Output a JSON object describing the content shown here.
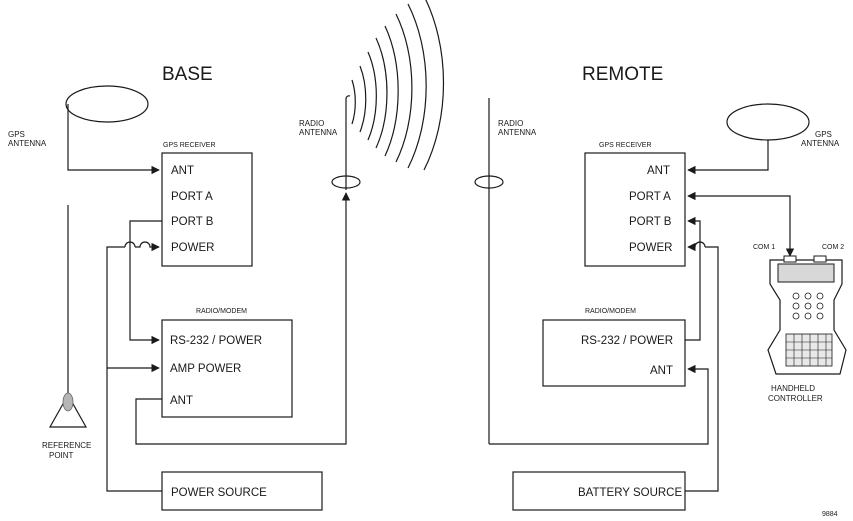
{
  "headings": {
    "base": "BASE",
    "remote": "REMOTE"
  },
  "base": {
    "gps_antenna": [
      "GPS",
      "ANTENNA"
    ],
    "radio_antenna": [
      "RADIO",
      "ANTENNA"
    ],
    "receiver": {
      "title": "GPS RECEIVER",
      "ports": [
        "ANT",
        "PORT A",
        "PORT B",
        "POWER"
      ]
    },
    "modem": {
      "title": "RADIO/MODEM",
      "ports": [
        "RS-232 / POWER",
        "AMP  POWER",
        "ANT"
      ]
    },
    "power_source": "POWER SOURCE",
    "reference_point": [
      "REFERENCE",
      "POINT"
    ]
  },
  "remote": {
    "gps_antenna": [
      "GPS",
      "ANTENNA"
    ],
    "radio_antenna": [
      "RADIO",
      "ANTENNA"
    ],
    "receiver": {
      "title": "GPS RECEIVER",
      "ports": [
        "ANT",
        "PORT A",
        "PORT B",
        "POWER"
      ]
    },
    "modem": {
      "title": "RADIO/MODEM",
      "ports": [
        "RS-232 / POWER",
        "ANT"
      ]
    },
    "battery_source": "BATTERY SOURCE",
    "controller": {
      "com1": "COM 1",
      "com2": "COM 2",
      "label": [
        "HANDHELD",
        "CONTROLLER"
      ]
    }
  },
  "figure_number": "9884"
}
